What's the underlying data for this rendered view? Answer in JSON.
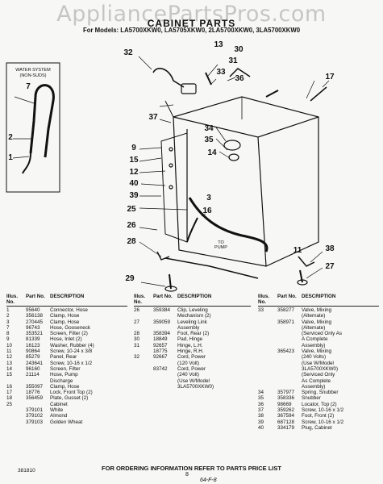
{
  "watermark": "AppliancePartsPros.com",
  "title": "CABINET PARTS",
  "models": "For Models: LA5700XKW0, LA5705XKW0, 2LA5700XKW0, 3LA5700XKW0",
  "water_system_label": "WATER SYSTEM (NON-SUDS)",
  "to_pump_label": "TO PUMP",
  "callouts": [
    "32",
    "13",
    "30",
    "31",
    "7",
    "33",
    "36",
    "17",
    "37",
    "2",
    "1",
    "34",
    "35",
    "14",
    "9",
    "15",
    "12",
    "40",
    "39",
    "3",
    "25",
    "16",
    "26",
    "28",
    "38",
    "29",
    "27",
    "11"
  ],
  "table": {
    "headers": {
      "illus": "Illus. No.",
      "part": "Part No.",
      "description": "DESCRIPTION"
    },
    "col1": [
      {
        "illus": "1",
        "part": "95640",
        "desc": "Connector, Hose"
      },
      {
        "illus": "2",
        "part": "356138",
        "desc": "Clamp, Hose"
      },
      {
        "illus": "3",
        "part": "270445",
        "desc": "Clamp, Hose"
      },
      {
        "illus": "7",
        "part": "96743",
        "desc": "Hose, Gooseneck"
      },
      {
        "illus": "8",
        "part": "353521",
        "desc": "Screen, Filter (2)"
      },
      {
        "illus": "9",
        "part": "81339",
        "desc": "Hose, Inlet (2)"
      },
      {
        "illus": "10",
        "part": "16123",
        "desc": "Washer, Rubber (4)"
      },
      {
        "illus": "11",
        "part": "90864",
        "desc": "Screw, 10-24 x 3/8"
      },
      {
        "illus": "12",
        "part": "85279",
        "desc": "Panel, Rear"
      },
      {
        "illus": "13",
        "part": "243641",
        "desc": "Screw, 10-16 x 1/2"
      },
      {
        "illus": "14",
        "part": "96160",
        "desc": "Screen, Filter"
      },
      {
        "illus": "15",
        "part": "21114",
        "desc": "Hose, Pump"
      },
      {
        "illus": "",
        "part": "",
        "desc": "Discharge"
      },
      {
        "illus": "16",
        "part": "355097",
        "desc": "Clamp, Hose"
      },
      {
        "illus": "17",
        "part": "18776",
        "desc": "Lock, Front Top (2)"
      },
      {
        "illus": "18",
        "part": "356459",
        "desc": "Plate, Gusset (2)"
      },
      {
        "illus": "25",
        "part": "",
        "desc": "Cabinet"
      },
      {
        "illus": "",
        "part": "379101",
        "desc": "White"
      },
      {
        "illus": "",
        "part": "379102",
        "desc": "Almond"
      },
      {
        "illus": "",
        "part": "379103",
        "desc": "Golden Wheat"
      }
    ],
    "col2": [
      {
        "illus": "26",
        "part": "359384",
        "desc": "Clip, Leveling"
      },
      {
        "illus": "",
        "part": "",
        "desc": "Mechanism (2)"
      },
      {
        "illus": "27",
        "part": "359059",
        "desc": "Leveling Link"
      },
      {
        "illus": "",
        "part": "",
        "desc": "Assembly"
      },
      {
        "illus": "28",
        "part": "358394",
        "desc": "Foot, Rear (2)"
      },
      {
        "illus": "30",
        "part": "18849",
        "desc": "Pad, Hinge"
      },
      {
        "illus": "31",
        "part": "92657",
        "desc": "Hinge, L.H."
      },
      {
        "illus": "",
        "part": "18775",
        "desc": "Hinge, R.H."
      },
      {
        "illus": "32",
        "part": "92667",
        "desc": "Cord, Power"
      },
      {
        "illus": "",
        "part": "",
        "desc": "(120 Volt)"
      },
      {
        "illus": "",
        "part": "83742",
        "desc": "Cord, Power"
      },
      {
        "illus": "",
        "part": "",
        "desc": "(240 Volt)"
      },
      {
        "illus": "",
        "part": "",
        "desc": "(Use W/Model"
      },
      {
        "illus": "",
        "part": "",
        "desc": "3LA5700XKW0)"
      }
    ],
    "col3": [
      {
        "illus": "33",
        "part": "358277",
        "desc": "Valve, Mixing"
      },
      {
        "illus": "",
        "part": "",
        "desc": "(Alternate)"
      },
      {
        "illus": "",
        "part": "358971",
        "desc": "Valve, Mixing"
      },
      {
        "illus": "",
        "part": "",
        "desc": "(Alternate)"
      },
      {
        "illus": "",
        "part": "",
        "desc": "(Serviced Only As"
      },
      {
        "illus": "",
        "part": "",
        "desc": "A Complete"
      },
      {
        "illus": "",
        "part": "",
        "desc": "Assembly)"
      },
      {
        "illus": "",
        "part": "365423",
        "desc": "Valve, Mixing"
      },
      {
        "illus": "",
        "part": "",
        "desc": "(240 Volts)"
      },
      {
        "illus": "",
        "part": "",
        "desc": "(Use W/Model"
      },
      {
        "illus": "",
        "part": "",
        "desc": "3LA5700XKW0)"
      },
      {
        "illus": "",
        "part": "",
        "desc": "(Serviced Only"
      },
      {
        "illus": "",
        "part": "",
        "desc": "As Complete"
      },
      {
        "illus": "",
        "part": "",
        "desc": "Assembly)"
      },
      {
        "illus": "34",
        "part": "357977",
        "desc": "Spring, Snubber"
      },
      {
        "illus": "35",
        "part": "358336",
        "desc": "Snubber"
      },
      {
        "illus": "36",
        "part": "98669",
        "desc": "Locator, Top (2)"
      },
      {
        "illus": "37",
        "part": "359262",
        "desc": "Screw, 10-16 x 1/2"
      },
      {
        "illus": "38",
        "part": "367594",
        "desc": "Foot, Front (2)"
      },
      {
        "illus": "39",
        "part": "687128",
        "desc": "Screw, 10-16 x 1/2"
      },
      {
        "illus": "40",
        "part": "334179",
        "desc": "Plug, Cabinet"
      }
    ]
  },
  "footer": "FOR ORDERING INFORMATION REFER TO PARTS PRICE LIST",
  "doc_code": "381810",
  "page_number": "8",
  "handwritten_note": "64-F-8"
}
